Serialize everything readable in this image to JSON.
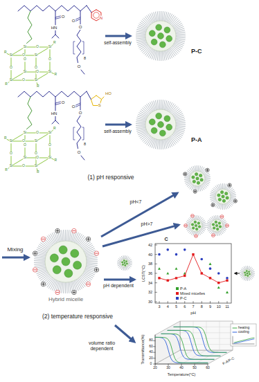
{
  "diagram": {
    "nodes": [
      {
        "text": [
          "P-C"
        ]
      },
      {
        "text": [
          "P-A"
        ]
      },
      {
        "text": [
          "Hybrid micelle"
        ]
      }
    ],
    "labels": [
      "O",
      "HN",
      "O",
      "O",
      "8",
      "O",
      "N",
      "Si",
      "Si",
      "Si",
      "Si",
      "Si",
      "Si",
      "Si",
      "Si",
      "O",
      "O",
      "O",
      "O",
      "O",
      "O",
      "O",
      "O",
      "R",
      "R",
      "R",
      "R",
      "R",
      "self-assembly",
      "O",
      "HN",
      "O",
      "O",
      "8",
      "O",
      "HO",
      "S",
      "Si",
      "Si",
      "Si",
      "Si",
      "Si",
      "Si",
      "Si",
      "Si",
      "O",
      "O",
      "O",
      "O",
      "O",
      "O",
      "O",
      "O",
      "R",
      "R",
      "R",
      "R",
      "R",
      "self-assembly",
      "Mixing",
      "(1) pH responsive",
      "pH<7",
      "pH>7",
      "pH dependent",
      "(2) temperature responsive",
      "volume ratio dependent",
      "C",
      "LCST(°C)",
      "pH",
      "30",
      "32",
      "34",
      "36",
      "38",
      "40",
      "42",
      "3",
      "4",
      "5",
      "6",
      "7",
      "8",
      "9",
      "10",
      "11",
      "Transmittance(%)",
      "Temperature(°C)",
      "0",
      "20",
      "40",
      "60",
      "80",
      "20",
      "30",
      "40",
      "50",
      "60",
      "P-A/P-C"
    ],
    "legend": [
      {
        "text": "P-A",
        "color": "#33a02c"
      },
      {
        "text": "Mixed micelles",
        "color": "#e31a1c"
      },
      {
        "text": "P-C",
        "color": "#2b3fbf"
      },
      {
        "text": "heating"
      },
      {
        "text": "cooling"
      }
    ]
  }
}
